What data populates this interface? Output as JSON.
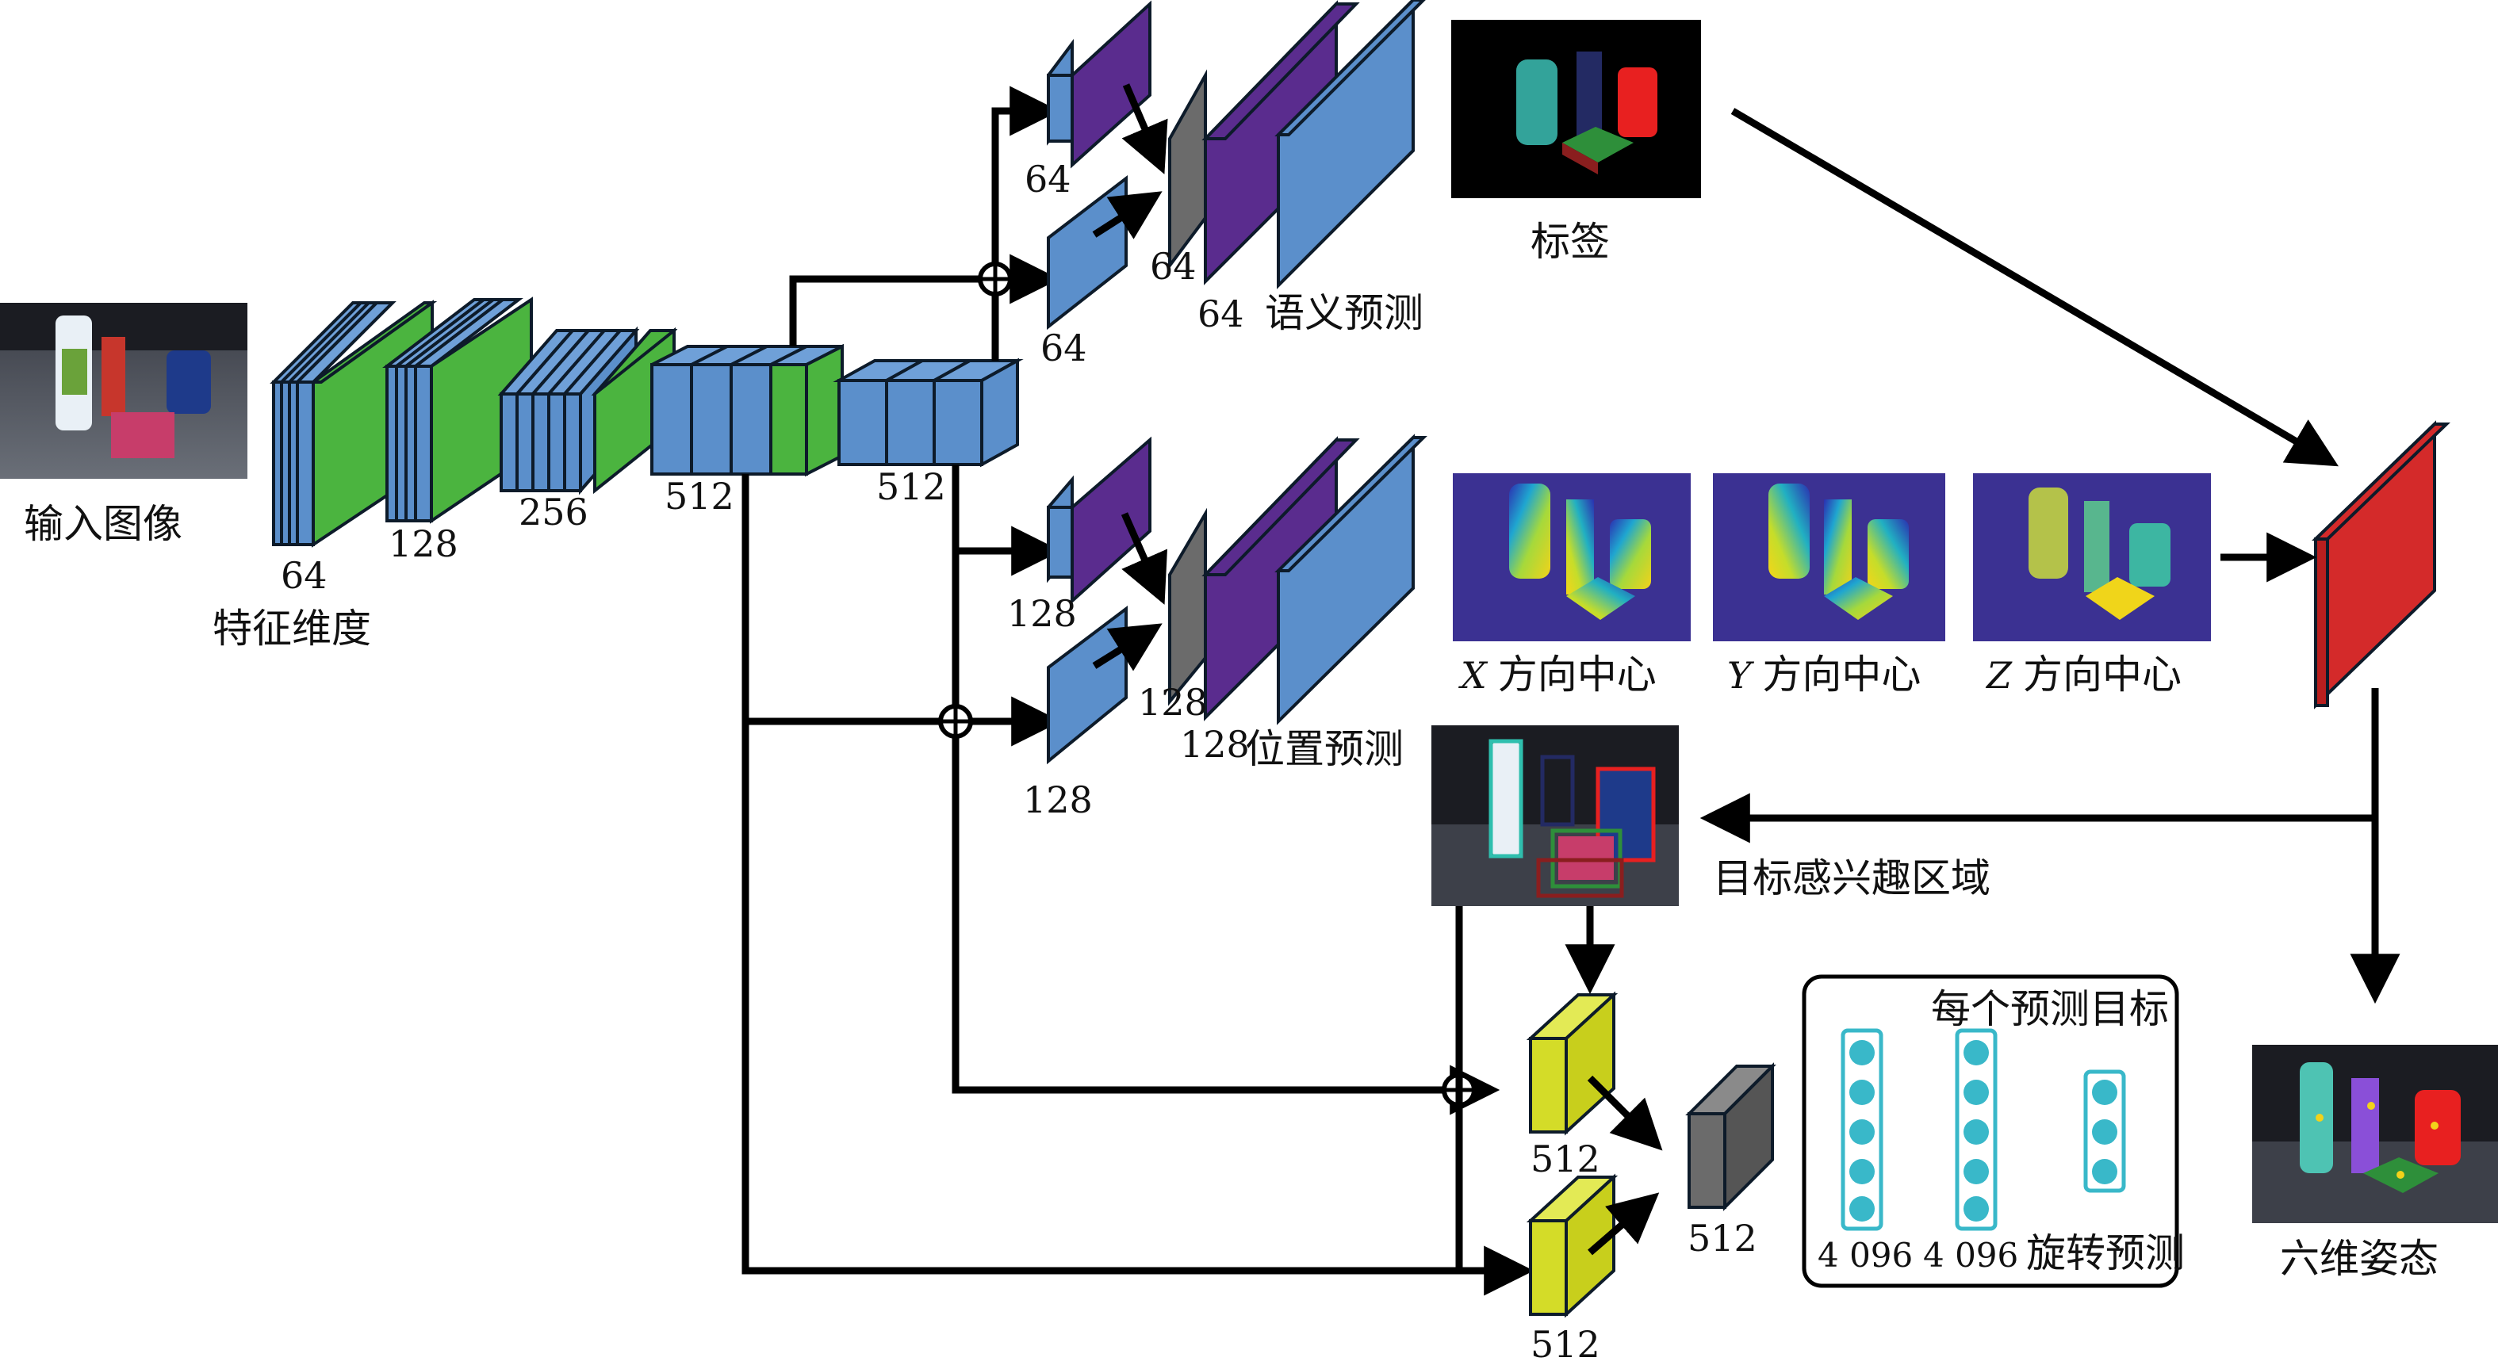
{
  "labels": {
    "input_image": "输入图像",
    "feature_dim": "特征维度",
    "tag": "标签",
    "semantic_pred": "语义预测",
    "position_pred": "位置预测",
    "x_center": "方向中心",
    "y_center": "方向中心",
    "z_center": "方向中心",
    "x_axis": "X",
    "y_axis": "Y",
    "z_axis": "Z",
    "roi": "目标感兴趣区域",
    "per_target": "每个预测目标",
    "rotation_pred": "旋转预测",
    "six_d_pose": "六维姿态"
  },
  "dims": {
    "d64": "64",
    "d128": "128",
    "d256": "256",
    "d512a": "512",
    "d512b": "512",
    "sem_a": "64",
    "sem_b": "64",
    "sem_c": "64",
    "sem_d": "64",
    "pos_a": "128",
    "pos_b": "128",
    "pos_c": "128",
    "pos_d": "128",
    "roi_a": "512",
    "roi_b": "512",
    "roi_c": "512",
    "fc_a": "4 096",
    "fc_b": "4 096"
  },
  "colors": {
    "blue": "#5b8fcb",
    "green": "#4bb43f",
    "purple": "#5a2c8e",
    "gray": "#6b6b6b",
    "yellow": "#d4dc28",
    "red": "#d42a2a",
    "teal": "#39b8c9",
    "navy": "#2e2a8a"
  }
}
